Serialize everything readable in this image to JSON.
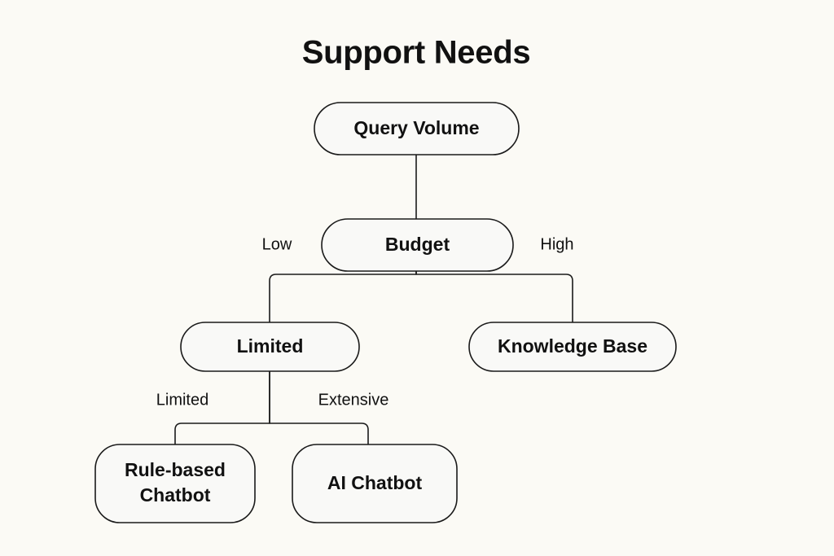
{
  "page": {
    "title": "Support Needs",
    "background_color": "#FBFAF5",
    "node_fill_color": "#F9F9F7",
    "stroke_color": "#1A1A1A",
    "text_color": "#111111"
  },
  "chart_data": {
    "type": "diagram",
    "diagram_kind": "decision-tree-flowchart",
    "title": "Support Needs",
    "orientation": "top-down",
    "nodes": [
      {
        "id": "query-volume",
        "label": "Query Volume",
        "shape": "pill",
        "level": 0
      },
      {
        "id": "budget",
        "label": "Budget",
        "shape": "pill",
        "level": 1
      },
      {
        "id": "limited",
        "label": "Limited",
        "shape": "pill",
        "level": 2
      },
      {
        "id": "knowledge-base",
        "label": "Knowledge Base",
        "shape": "pill",
        "level": 2
      },
      {
        "id": "rule-based-chatbot",
        "label_line1": "Rule-based",
        "label_line2": "Chatbot",
        "label": "Rule-based Chatbot",
        "shape": "rounded-rect",
        "level": 3
      },
      {
        "id": "ai-chatbot",
        "label": "AI Chatbot",
        "shape": "rounded-rect",
        "level": 3
      }
    ],
    "edges": [
      {
        "from": "query-volume",
        "to": "budget",
        "label": ""
      },
      {
        "from": "budget",
        "to": "limited",
        "label": "Low"
      },
      {
        "from": "budget",
        "to": "knowledge-base",
        "label": "High"
      },
      {
        "from": "limited",
        "to": "rule-based-chatbot",
        "label": "Limited"
      },
      {
        "from": "limited",
        "to": "ai-chatbot",
        "label": "Extensive"
      }
    ],
    "edge_labels": [
      "Low",
      "High",
      "Limited",
      "Extensive"
    ]
  },
  "labels": {
    "query_volume": "Query Volume",
    "budget": "Budget",
    "limited_node": "Limited",
    "knowledge_base": "Knowledge Base",
    "rule_based_line1": "Rule-based",
    "rule_based_line2": "Chatbot",
    "ai_chatbot": "AI Chatbot",
    "edge_low": "Low",
    "edge_high": "High",
    "edge_limited": "Limited",
    "edge_extensive": "Extensive"
  }
}
